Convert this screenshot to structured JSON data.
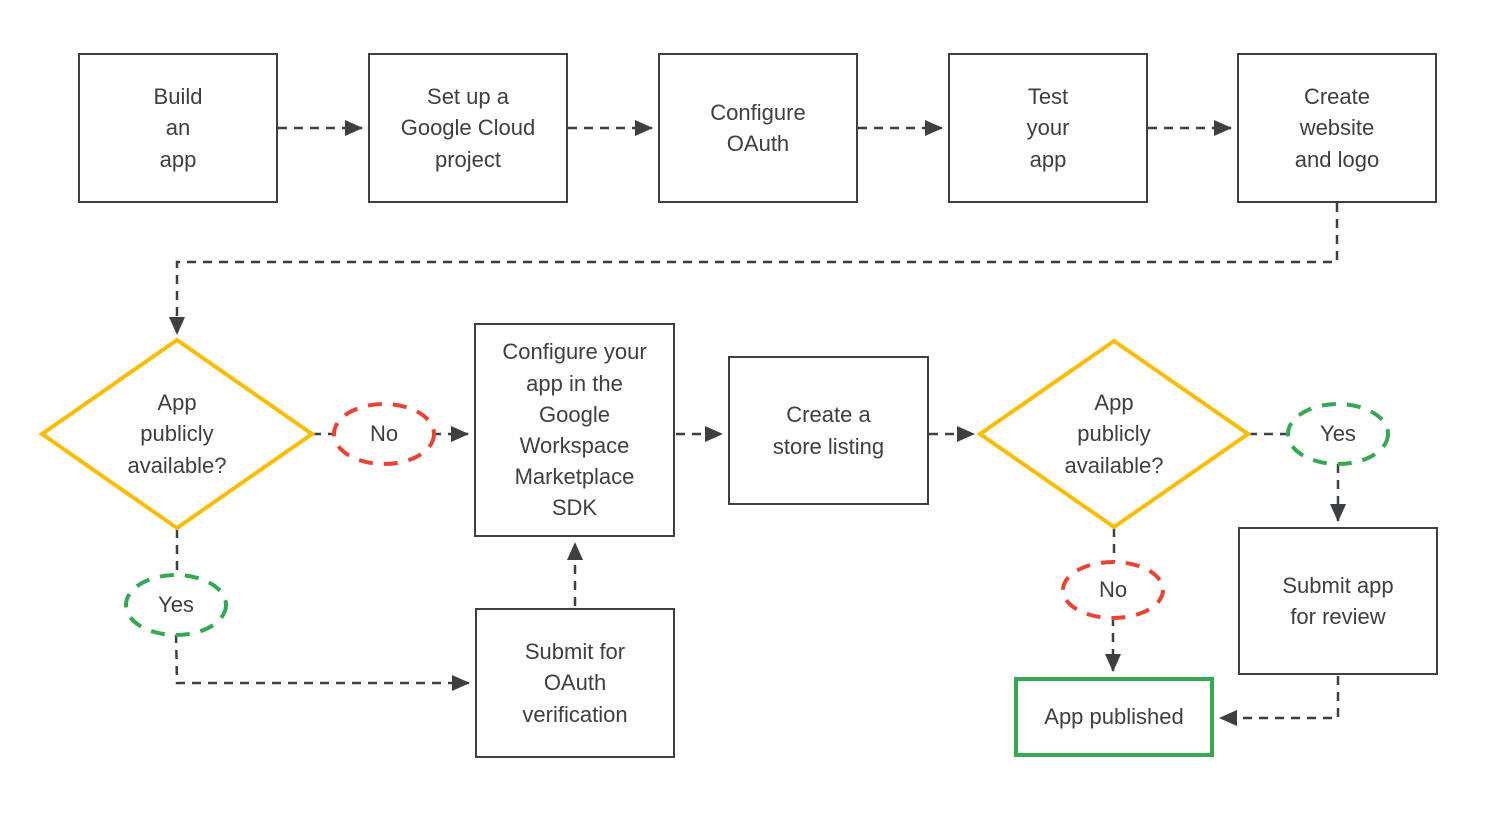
{
  "diagram": {
    "type": "flowchart",
    "colors": {
      "background": "#FFFFFF",
      "line": "#3C4043",
      "text": "#3C4043",
      "decision_border": "#FBBC04",
      "no_border": "#EA4335",
      "yes_border": "#34A853",
      "published_border": "#34A853"
    },
    "nodes": {
      "build_app": {
        "label": "Build\nan\napp",
        "type": "process"
      },
      "cloud_project": {
        "label": "Set up a\nGoogle Cloud\nproject",
        "type": "process"
      },
      "configure_oauth": {
        "label": "Configure\nOAuth",
        "type": "process"
      },
      "test_app": {
        "label": "Test\nyour\napp",
        "type": "process"
      },
      "create_website": {
        "label": "Create\nwebsite\nand logo",
        "type": "process"
      },
      "decision_available_1": {
        "label": "App\npublicly\navailable?",
        "type": "decision"
      },
      "no_1": {
        "label": "No",
        "type": "answer-no"
      },
      "marketplace_sdk": {
        "label": "Configure your\napp in the\nGoogle\nWorkspace\nMarketplace\nSDK",
        "type": "process"
      },
      "store_listing": {
        "label": "Create a\nstore listing",
        "type": "process"
      },
      "decision_available_2": {
        "label": "App\npublicly\navailable?",
        "type": "decision"
      },
      "yes_2": {
        "label": "Yes",
        "type": "answer-yes"
      },
      "submit_review": {
        "label": "Submit app\nfor review",
        "type": "process"
      },
      "no_2": {
        "label": "No",
        "type": "answer-no"
      },
      "app_published": {
        "label": "App published",
        "type": "terminal"
      },
      "yes_1": {
        "label": "Yes",
        "type": "answer-yes"
      },
      "oauth_verification": {
        "label": "Submit for\nOAuth\nverification",
        "type": "process"
      }
    }
  }
}
